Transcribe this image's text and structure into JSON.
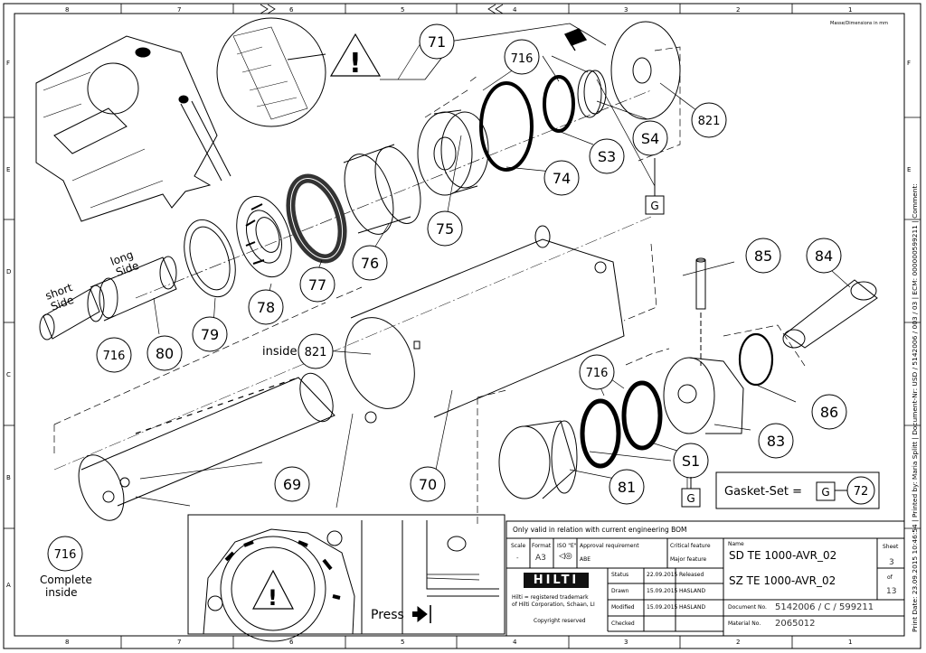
{
  "dimension_note": "Masse/Dimensions in mm",
  "grid": {
    "columns": [
      "8",
      "7",
      "6",
      "5",
      "4",
      "3",
      "2",
      "1"
    ],
    "rows": [
      "F",
      "E",
      "D",
      "C",
      "B",
      "A"
    ]
  },
  "side_text": "Print Date: 23.09.2015 10:46:54 | Printed by: Maria Splitt | Document-Nr: USD / 5142006 / 003 / 03 | ECM: 000000599211 | Comment:",
  "callouts": {
    "c71": "71",
    "c716a": "716",
    "c821a": "821",
    "cS4": "S4",
    "cS3": "S3",
    "c74": "74",
    "cG1": "G",
    "c75": "75",
    "c76": "76",
    "c77": "77",
    "c78": "78",
    "c79": "79",
    "c80": "80",
    "c716b": "716",
    "c85": "85",
    "c84": "84",
    "c821b": "821",
    "c716c": "716",
    "c86": "86",
    "c83": "83",
    "cS1": "S1",
    "c81": "81",
    "cG2": "G",
    "c69": "69",
    "c70": "70",
    "c716d": "716",
    "cG3": "G",
    "c72": "72"
  },
  "labels": {
    "short_side": [
      "short",
      "Side"
    ],
    "long_side": [
      "long",
      "Side"
    ],
    "inside": "inside",
    "complete_inside": [
      "Complete",
      "inside"
    ],
    "press": "Press",
    "gasket_set": "Gasket-Set ="
  },
  "title_block": {
    "note": "Only valid in relation with current engineering BOM",
    "scale_label": "Scale",
    "scale_value": "-",
    "format_label": "Format",
    "format_value": "A3",
    "iso_label": "ISO \"E\"",
    "approval": "Approval requirement",
    "abe": "ABE",
    "critical": "Critical feature",
    "major": "Major feature",
    "name_label": "Name",
    "sd": "SD TE 1000-AVR_02",
    "sz": "SZ TE 1000-AVR_02",
    "sheet_label": "Sheet",
    "sheet_value": "3",
    "of_label": "of",
    "of_value": "13",
    "logo": "HILTI",
    "trademark": [
      "Hilti = registered trademark",
      "of Hilti Corporation, Schaan, LI"
    ],
    "copyright": "Copyright reserved",
    "status_label": "Status",
    "status_date": "22.09.2015",
    "status_value": "Released",
    "drawn_label": "Drawn",
    "drawn_date": "15.09.2015",
    "drawn_by": "HASLAND",
    "modified_label": "Modified",
    "modified_date": "15.09.2015",
    "modified_by": "HASLAND",
    "checked_label": "Checked",
    "document_label": "Document No.",
    "document_value": "5142006 / C / 599211",
    "material_label": "Material No.",
    "material_value": "2065012"
  }
}
